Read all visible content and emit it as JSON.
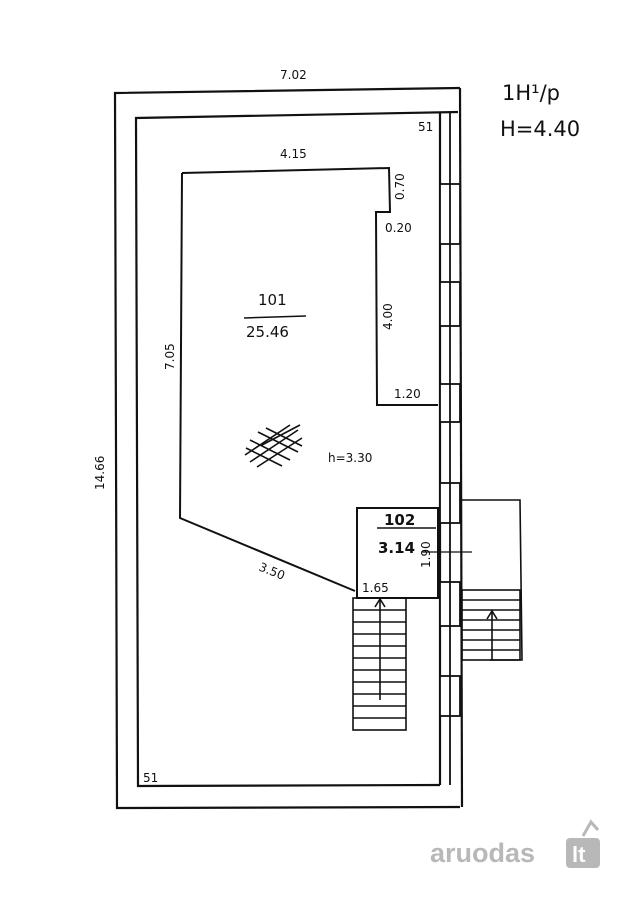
{
  "header": {
    "floor_label": "1H¹/p",
    "height_label": "H=4.40"
  },
  "dimensions": {
    "outer_width": "7.02",
    "outer_height": "14.66",
    "inner_width": "4.15",
    "inner_height": "7.05",
    "notch_width": "0.20",
    "notch_top": "0.70",
    "alcove_height": "4.00",
    "alcove_width": "1.20",
    "diagonal": "3.50",
    "wall_thickness_bottom": "51",
    "wall_thickness_top": "51",
    "small_room_width": "1.65",
    "small_room_height": "1.90"
  },
  "rooms": [
    {
      "number": "101",
      "area": "25.46",
      "ceiling_height": "h=3.30"
    },
    {
      "number": "102",
      "area": "3.14"
    }
  ],
  "watermark": {
    "text": "aruodas",
    "suffix": "lt"
  },
  "colors": {
    "ink": "#111111",
    "watermark": "#b8b8b8"
  }
}
